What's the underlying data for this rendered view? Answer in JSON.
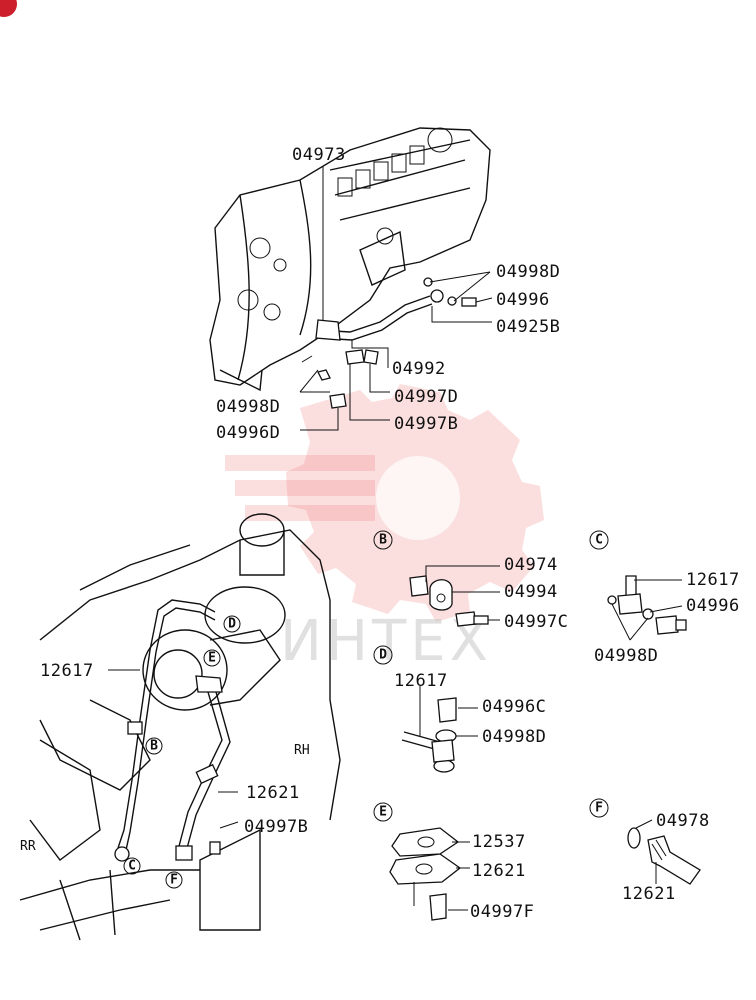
{
  "watermark": {
    "text": "ИНТЕХ",
    "color": "#f08a8a"
  },
  "labels": {
    "p04973": "04973",
    "p04998D_top": "04998D",
    "p04996_top": "04996",
    "p04925B": "04925B",
    "p04992": "04992",
    "p04997D": "04997D",
    "p04998D_left": "04998D",
    "p04996D": "04996D",
    "p04997B_top": "04997B",
    "p12617_main": "12617",
    "p12621_main": "12621",
    "p04997B_main": "04997B",
    "rh": "RH",
    "rr": "RR",
    "p04974": "04974",
    "p04994": "04994",
    "p04997C": "04997C",
    "p12617_C": "12617",
    "p04996_C": "04996",
    "p04998D_C": "04998D",
    "p12617_D": "12617",
    "p04996C": "04996C",
    "p04998D_D": "04998D",
    "p12537": "12537",
    "p12621_E": "12621",
    "p04997F": "04997F",
    "p04978": "04978",
    "p12621_F": "12621"
  },
  "sections": {
    "B": "B",
    "C": "C",
    "D": "D",
    "E": "E",
    "F": "F"
  },
  "colors": {
    "line": "#111111",
    "badge": "#cc1f2b"
  }
}
